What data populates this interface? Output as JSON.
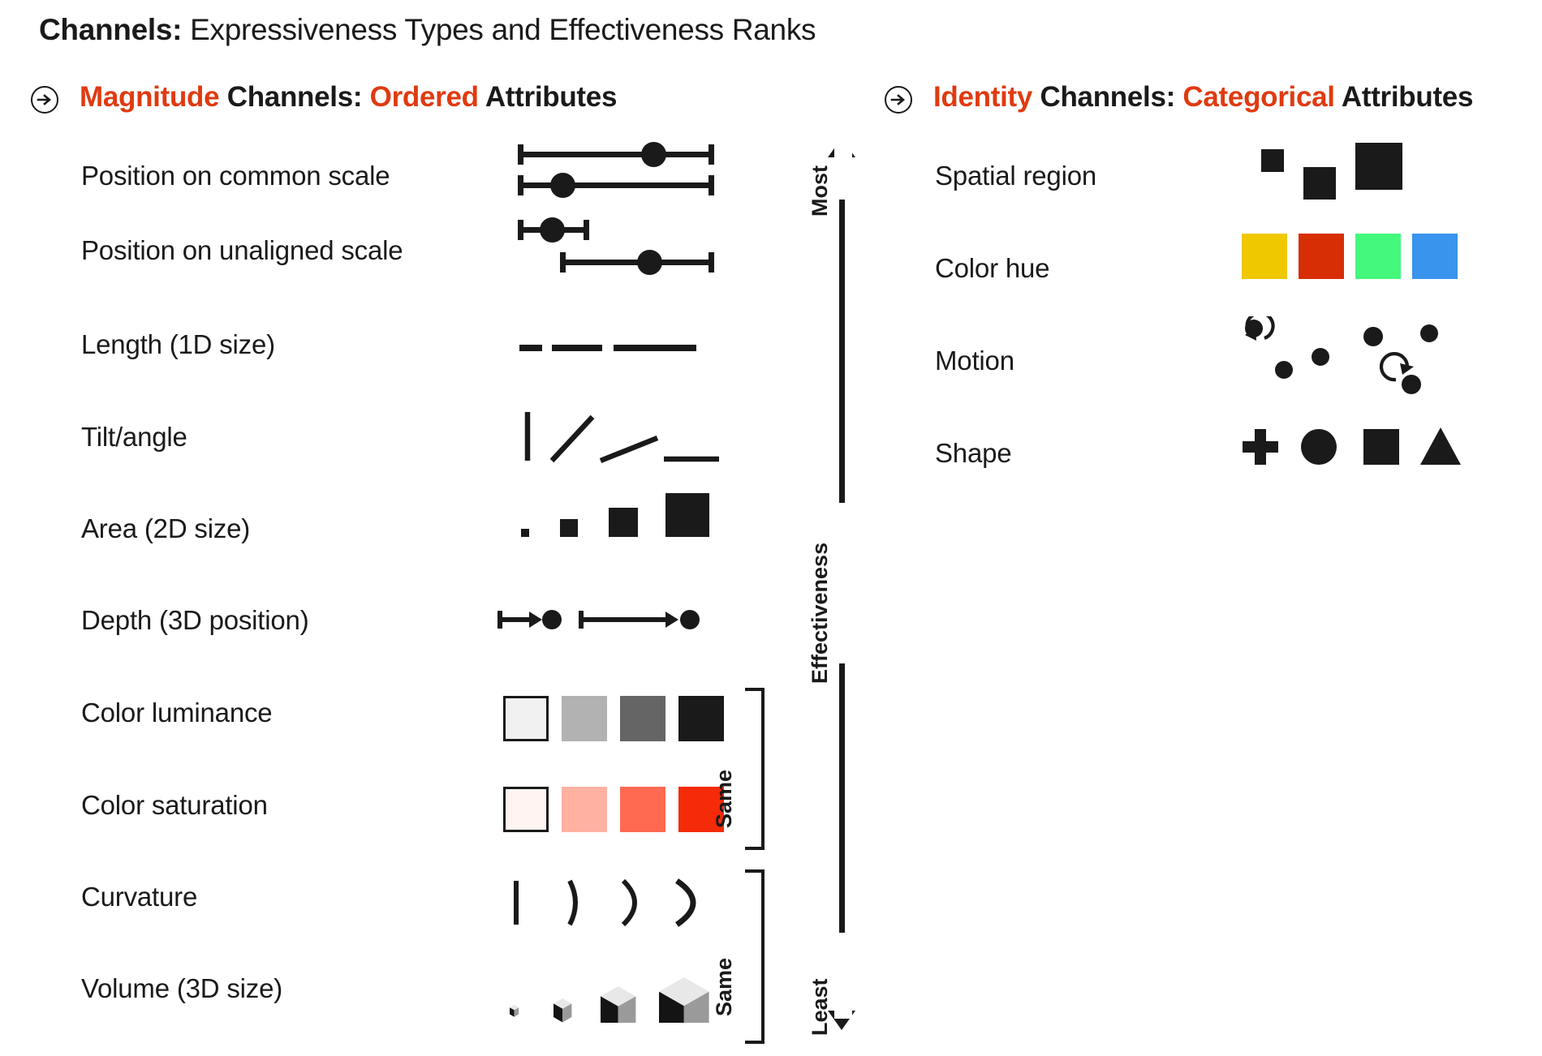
{
  "title": {
    "bold_part": "Channels:",
    "rest": " Expressiveness Types and Effectiveness Ranks"
  },
  "sections": {
    "magnitude": {
      "bullet_icon": "arrow-right-circle-icon",
      "word1": "Magnitude",
      "word2": " Channels: ",
      "word3": "Ordered",
      "word4": " Attributes"
    },
    "identity": {
      "bullet_icon": "arrow-right-circle-icon",
      "word1": "Identity",
      "word2": " Channels: ",
      "word3": "Categorical",
      "word4": " Attributes"
    }
  },
  "magnitude_channels": [
    {
      "label": "Position on common scale",
      "glyph": "two-aligned-range-bars"
    },
    {
      "label": "Position on unaligned scale",
      "glyph": "two-unaligned-range-bars"
    },
    {
      "label": "Length (1D size)",
      "glyph": "three-increasing-bars"
    },
    {
      "label": "Tilt/angle",
      "glyph": "four-tilted-lines"
    },
    {
      "label": "Area (2D size)",
      "glyph": "four-increasing-squares"
    },
    {
      "label": "Depth (3D position)",
      "glyph": "two-depth-arrows"
    },
    {
      "label": "Color luminance",
      "glyph": "luminance-ramp-swatches"
    },
    {
      "label": "Color saturation",
      "glyph": "saturation-ramp-swatches"
    },
    {
      "label": "Curvature",
      "glyph": "four-curvature-arcs"
    },
    {
      "label": "Volume (3D size)",
      "glyph": "four-increasing-cubes"
    }
  ],
  "identity_channels": [
    {
      "label": "Spatial region",
      "glyph": "three-scattered-squares"
    },
    {
      "label": "Color hue",
      "glyph": "four-hue-swatches"
    },
    {
      "label": "Motion",
      "glyph": "dots-with-rotation-arrows"
    },
    {
      "label": "Shape",
      "glyph": "plus-circle-square-triangle"
    }
  ],
  "effectiveness_axis": {
    "top_label": "Most",
    "middle_label": "Effectiveness",
    "bottom_label": "Least",
    "top_arrow": "up-triangle-icon",
    "bottom_arrow": "down-triangle-icon"
  },
  "brackets": [
    {
      "label": "Same",
      "spans": [
        "Color luminance",
        "Color saturation"
      ]
    },
    {
      "label": "Same",
      "spans": [
        "Curvature",
        "Volume (3D size)"
      ]
    }
  ],
  "colors": {
    "accent_red": "#e03a10",
    "ink": "#1a1a1a",
    "luminance_ramp": [
      "#f0f0f0",
      "#b2b2b2",
      "#656565",
      "#1a1a1a"
    ],
    "saturation_ramp": [
      "#fff4f1",
      "#ffb2a2",
      "#ff6a50",
      "#f42a08"
    ],
    "hue_swatches": [
      "#efc800",
      "#d82e06",
      "#44f87c",
      "#3894ec"
    ],
    "cube_top": "#e8e8e8",
    "cube_left": "#141414",
    "cube_right": "#9a9a9a"
  }
}
